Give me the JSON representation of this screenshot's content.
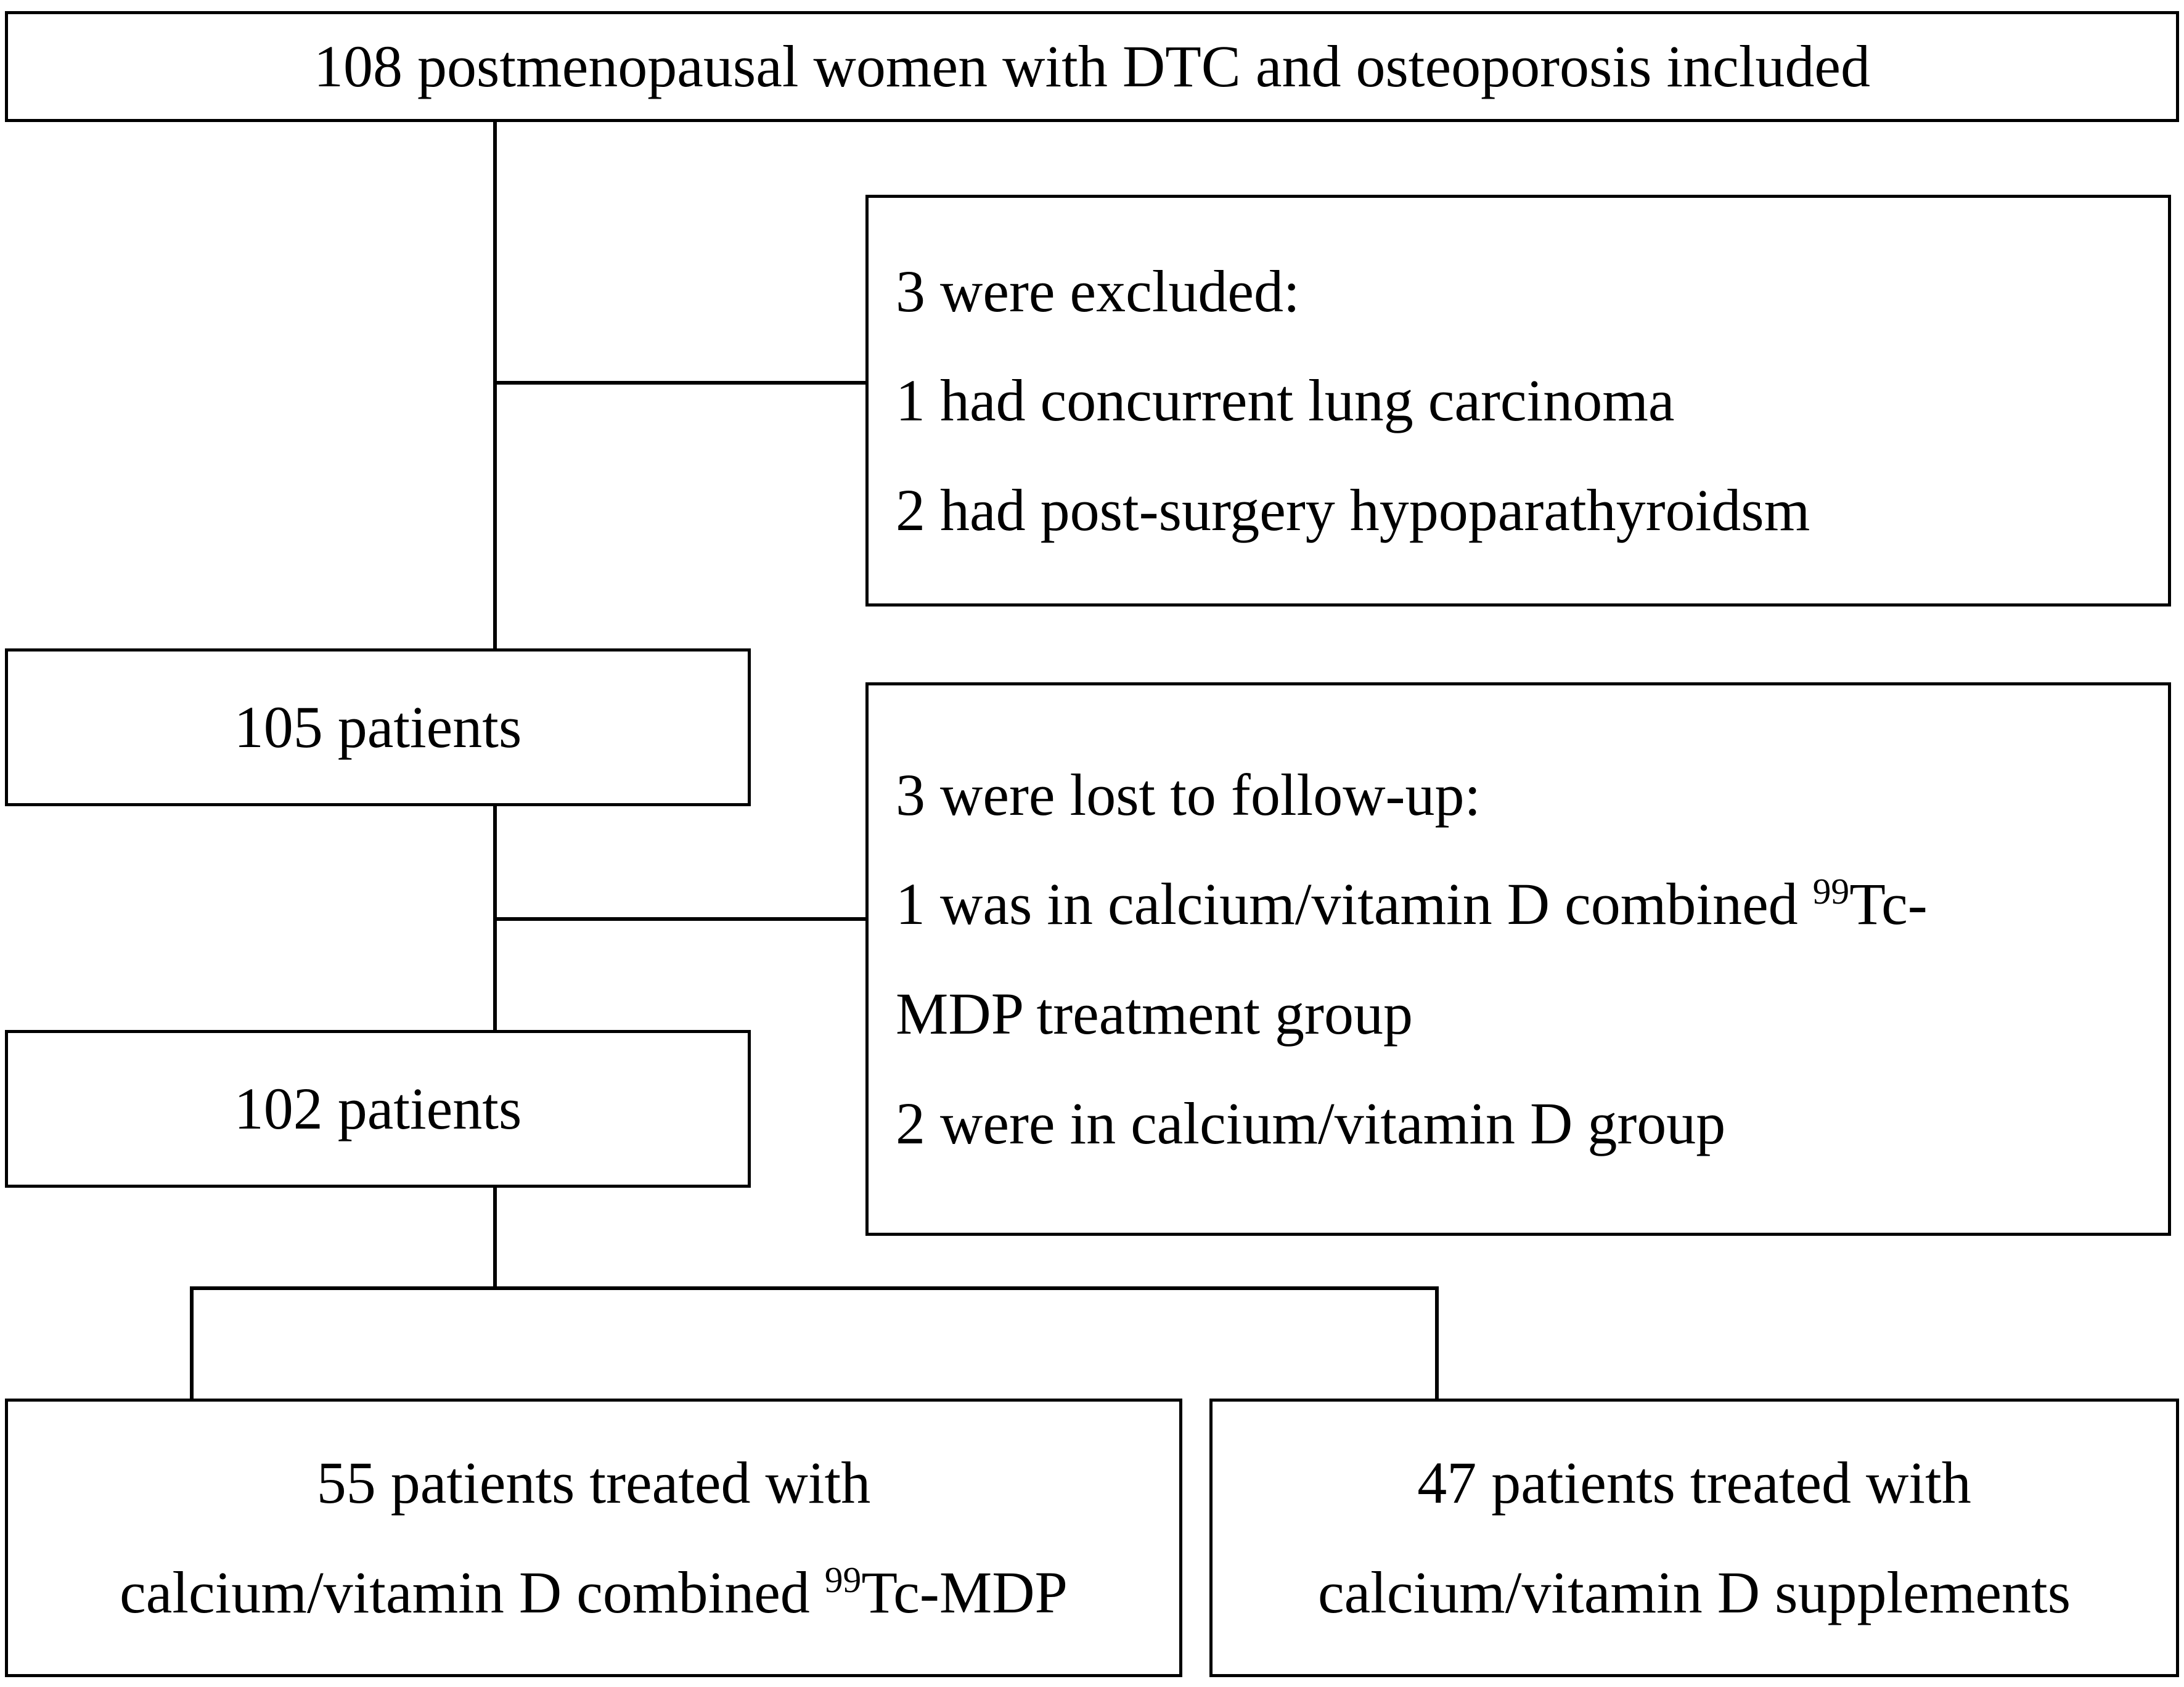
{
  "diagram": {
    "type": "flowchart",
    "title": "CONSORT-style patient enrollment flow diagram",
    "nodes": {
      "enrolled": {
        "label": "108 postmenopausal women with DTC and osteoporosis included",
        "count": 108
      },
      "excluded": {
        "line1": "3 were excluded:",
        "line2": "1 had concurrent lung carcinoma",
        "line3": "2 had post-surgery hypoparathyroidsm",
        "count": 3
      },
      "after_exclusion": {
        "label": "105 patients",
        "count": 105
      },
      "lost": {
        "line1": "3 were lost to follow-up:",
        "line2_a": "1 was in calcium/vitamin D combined ",
        "line2_sup": "99",
        "line2_b": "Tc-",
        "line3": "MDP treatment group",
        "line4": "2 were in calcium/vitamin D group",
        "count": 3
      },
      "after_followup": {
        "label": "102 patients",
        "count": 102
      },
      "arm_treatment": {
        "line1": "55 patients treated with",
        "line2_a": "calcium/vitamin D combined ",
        "line2_sup": "99",
        "line2_b": "Tc-MDP",
        "count": 55
      },
      "arm_control": {
        "line1": "47 patients treated with",
        "line2": "calcium/vitamin D supplements",
        "count": 47
      }
    },
    "colors": {
      "stroke": "#000000",
      "fill": "#ffffff",
      "text": "#000000"
    }
  }
}
